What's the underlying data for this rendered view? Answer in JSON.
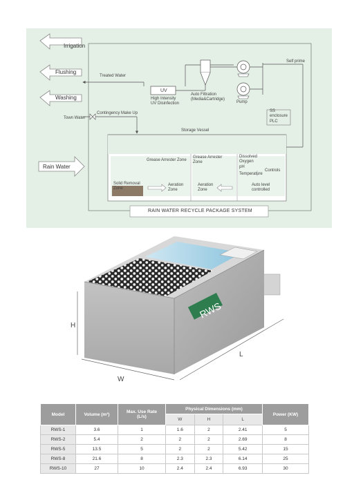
{
  "diagram": {
    "outputs": [
      "Irrigation",
      "Flushing",
      "Washing"
    ],
    "treated_water": "Treated Water",
    "self_prime": "Self prime",
    "uv_box": "UV",
    "uv_caption_1": "High Intensity",
    "uv_caption_2": "UV Disinfection",
    "filter_caption_1": "Auto Filtration",
    "filter_caption_2": "(Media&Cartridge)",
    "pump": "Pump",
    "ss_1": "SS",
    "ss_2": "enclosure",
    "plc": "PLC",
    "contingency": "Contingency Make Up",
    "town_water": "Town Water",
    "storage_vessel": "Storage Vessel",
    "rain_water": "Rain Water",
    "grease_zone": "Grease Arrester Zone",
    "grease_zone_2a": "Grease Arrester",
    "grease_zone_2b": "Zone",
    "dissolved_1": "Dissolved",
    "dissolved_2": "Oxygen",
    "ph": "pH",
    "temperature": "Temperature",
    "controls": "Controls",
    "solid_1": "Solid Removal",
    "solid_2": "Zone",
    "aeration_1a": "Aeration",
    "aeration_1b": "Zone",
    "aeration_2a": "Aeration",
    "aeration_2b": "Zone",
    "autolevel_1": "Auto level",
    "autolevel_2": "controlled",
    "title": "RAIN WATER RECYCLE PACKAGE SYSTEM"
  },
  "tank": {
    "badge": "RWS",
    "dim_h": "H",
    "dim_w": "W",
    "dim_l": "L"
  },
  "table": {
    "headers": {
      "model": "Model",
      "volume": "Volume (m³)",
      "use_rate_1": "Max. Use Rate",
      "use_rate_2": "(L/s)",
      "physical": "Physical Dimensions (mm)",
      "power": "Power (KW)",
      "w": "W",
      "h": "H",
      "l": "L"
    },
    "rows": [
      {
        "model": "RWS-1",
        "volume": "3.6",
        "rate": "1",
        "w": "1.6",
        "h": "2",
        "l": "2.41",
        "power": "5"
      },
      {
        "model": "RWS-2",
        "volume": "5.4",
        "rate": "2",
        "w": "2",
        "h": "2",
        "l": "2.69",
        "power": "8"
      },
      {
        "model": "RWS-5",
        "volume": "13.5",
        "rate": "5",
        "w": "2",
        "h": "2",
        "l": "5.42",
        "power": "15"
      },
      {
        "model": "RWS-8",
        "volume": "21.6",
        "rate": "8",
        "w": "2.3",
        "h": "2.3",
        "l": "6.14",
        "power": "25"
      },
      {
        "model": "RWS-10",
        "volume": "27",
        "rate": "10",
        "w": "2.4",
        "h": "2.4",
        "l": "6.93",
        "power": "30"
      }
    ]
  }
}
